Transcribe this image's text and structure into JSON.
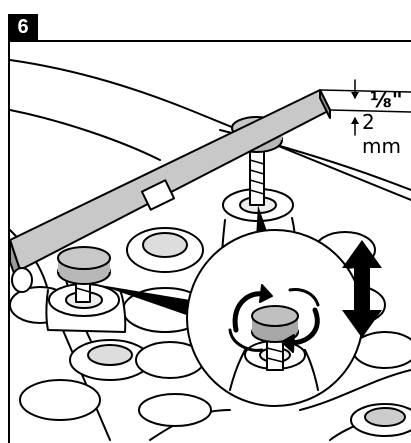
{
  "step": {
    "number": "6"
  },
  "dimensions": {
    "imperial": "⅛\"",
    "metric": "2 mm"
  },
  "icons": [
    "rotate-arrows-icon",
    "up-down-arrow-icon",
    "leveling-foot-icon",
    "spirit-level-icon"
  ]
}
